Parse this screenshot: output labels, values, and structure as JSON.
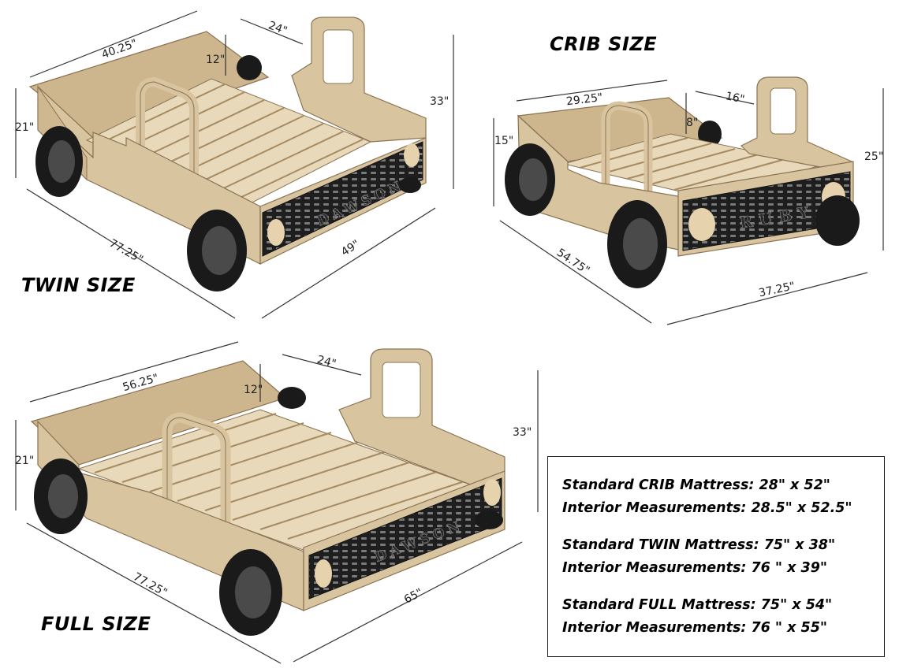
{
  "colors": {
    "wood": "#d9c4a0",
    "wood_dark": "#bfa57b",
    "wood_edge": "#8a7352",
    "grille": "#1e1e1e",
    "headlight": "#e6d2ad",
    "tire": "#1a1a1a",
    "rim": "#4a4a4a"
  },
  "twin": {
    "title": "TWIN SIZE",
    "name_plate": "DAWSON",
    "dims": {
      "width_top": "40.25\"",
      "cab_width": "24\"",
      "cab_side": "12\"",
      "overall_height": "33\"",
      "side_height": "21\"",
      "length": "77.25\"",
      "front_width": "49\""
    }
  },
  "crib": {
    "title": "CRIB SIZE",
    "name_plate": "RUBY",
    "dims": {
      "width_top": "29.25\"",
      "cab_width": "16\"",
      "cab_side": "8\"",
      "overall_height": "25\"",
      "side_height": "15\"",
      "length": "54.75\"",
      "front_width": "37.25\""
    }
  },
  "full": {
    "title": "FULL SIZE",
    "name_plate": "DAWSON",
    "dims": {
      "width_top": "56.25\"",
      "cab_width": "24\"",
      "cab_side": "12\"",
      "overall_height": "33\"",
      "side_height": "21\"",
      "length": "77.25\"",
      "front_width": "65\""
    }
  },
  "specs": {
    "crib_mattress": "Standard CRIB Mattress:  28\" x 52\"",
    "crib_interior": "Interior Measurements: 28.5\" x 52.5\"",
    "twin_mattress": "Standard TWIN Mattress: 75\" x 38\"",
    "twin_interior": "Interior Measurements: 76 \" x 39\"",
    "full_mattress": "Standard FULL Mattress: 75\" x 54\"",
    "full_interior": "Interior Measurements: 76 \" x 55\""
  }
}
